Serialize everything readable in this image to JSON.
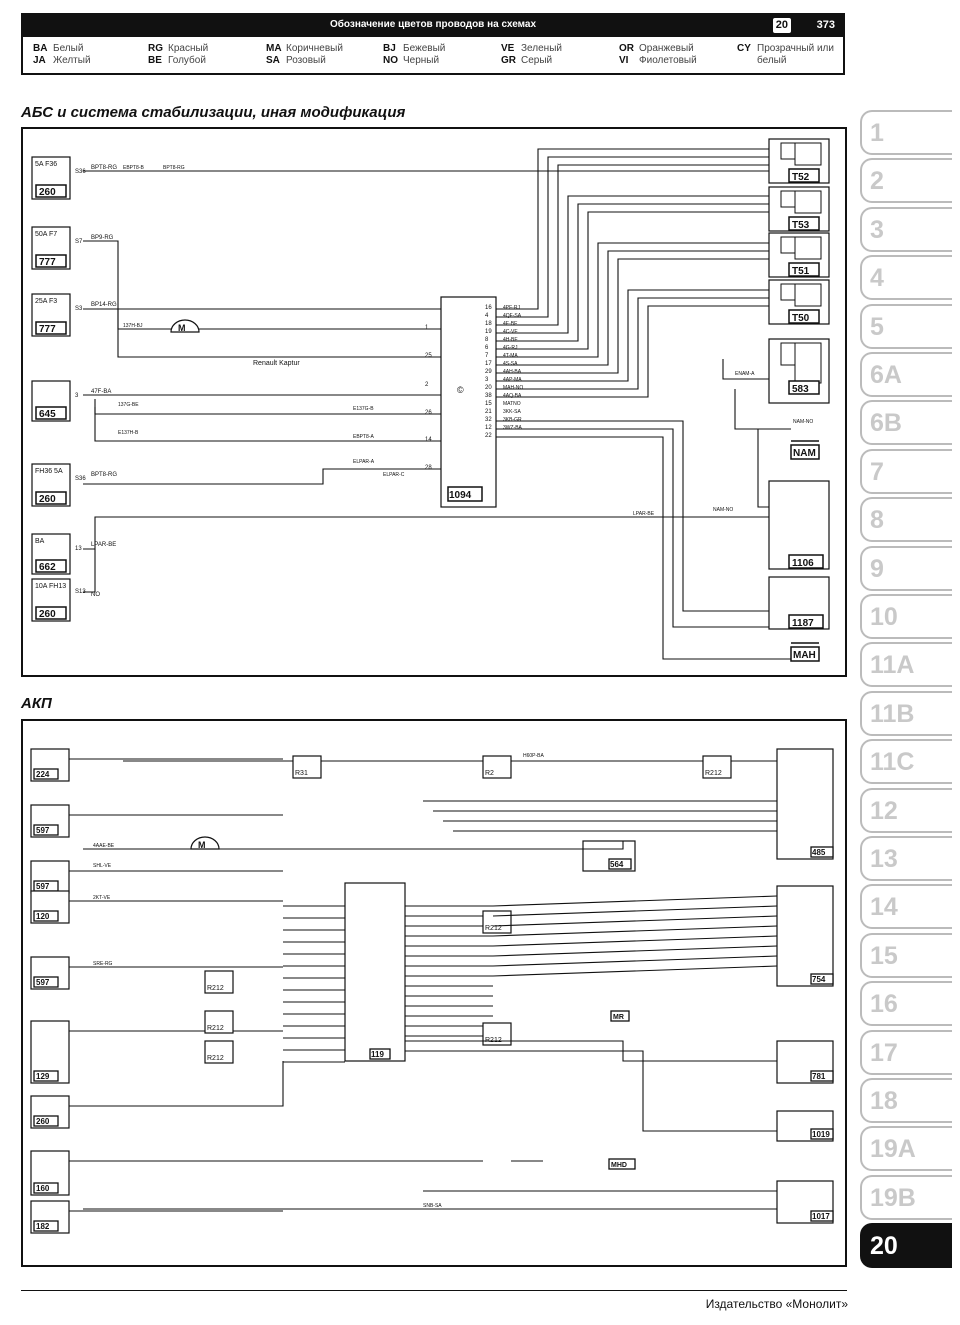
{
  "legend": {
    "title": "Обозначение цветов проводов на схемах",
    "chapter": "20",
    "page": "373",
    "entries": [
      {
        "code": "BA",
        "name": "Белый"
      },
      {
        "code": "JA",
        "name": "Желтый"
      },
      {
        "code": "RG",
        "name": "Красный"
      },
      {
        "code": "BE",
        "name": "Голубой"
      },
      {
        "code": "MA",
        "name": "Коричневый"
      },
      {
        "code": "SA",
        "name": "Розовый"
      },
      {
        "code": "BJ",
        "name": "Бежевый"
      },
      {
        "code": "NO",
        "name": "Черный"
      },
      {
        "code": "VE",
        "name": "Зеленый"
      },
      {
        "code": "GR",
        "name": "Серый"
      },
      {
        "code": "OR",
        "name": "Оранжевый"
      },
      {
        "code": "VI",
        "name": "Фиолетовый"
      },
      {
        "code": "CY",
        "name": "Прозрачный или белый"
      }
    ]
  },
  "sections": {
    "abs_title": "АБС и система стабилизации, иная модификация",
    "akp_title": "АКП"
  },
  "abs": {
    "left_blocks": [
      {
        "fuse": "5A  F36",
        "pin": "S36",
        "num": "260",
        "wire": "BPT8-RG"
      },
      {
        "fuse": "50A  F7",
        "pin": "S7",
        "num": "777",
        "wire": "BP9-RG"
      },
      {
        "fuse": "25A  F3",
        "pin": "S3",
        "num": "777",
        "wire": "BP14-RG"
      },
      {
        "fuse": "",
        "pin": "3",
        "num": "645",
        "wire": "47F-BA"
      },
      {
        "fuse": "FH36 5A",
        "pin": "S36",
        "num": "260",
        "wire": "BPT8-RG"
      },
      {
        "fuse": "BA",
        "pin": "13",
        "num": "662",
        "wire": "LPAR-BE"
      },
      {
        "fuse": "10A FH13",
        "pin": "S13",
        "num": "260",
        "wire": "NO"
      }
    ],
    "center_block": "1094",
    "center_label": "Renault Kaptur",
    "right_blocks": [
      "T52",
      "T53",
      "T51",
      "T50",
      "583",
      "NAM",
      "1106",
      "1187",
      "MAH"
    ],
    "center_pins_left": [
      "1",
      "25",
      "2",
      "26",
      "14",
      "28"
    ],
    "center_pins_right": [
      "16",
      "4",
      "18",
      "19",
      "8",
      "6",
      "7",
      "17",
      "29",
      "3",
      "20",
      "38",
      "15",
      "21",
      "32",
      "12",
      "22"
    ],
    "right_wires": [
      "4PF-RJ",
      "4QF-SA",
      "4E-BE",
      "4C-VE",
      "4H-BE",
      "4G-RJ",
      "4T-MA",
      "4S-SA",
      "4AH-BA",
      "4AP-MA",
      "MAH-NO",
      "4AQ-BA",
      "MATNO",
      "3KK-SA",
      "3KB-GR",
      "3WZ-BA"
    ],
    "misc_labels": [
      "EBPT8-B",
      "BPT8-RG",
      "137H-BJ",
      "137G-BE",
      "E137H-B",
      "E137G-B",
      "EBPT8-A",
      "ELPAR-A",
      "ELPAR-C",
      "LPAR-BE",
      "NAM-NO",
      "ENAM-A",
      "NAM-NO"
    ]
  },
  "akp": {
    "left_blocks": [
      "224",
      "597",
      "597",
      "120",
      "597",
      "129",
      "260",
      "160",
      "182"
    ],
    "center_block": "119",
    "relays": [
      "R31",
      "R2",
      "R212",
      "R212",
      "R212",
      "R212",
      "R212",
      "R212"
    ],
    "right_blocks": [
      "485",
      "564",
      "754",
      "781",
      "1019",
      "1017"
    ],
    "ground_labels": [
      "MR",
      "MHD"
    ],
    "misc_labels": [
      "4AAE-BE",
      "SHL-VE",
      "2KT-VE",
      "SRE-RG",
      "H60P-BA",
      "SNB-SA"
    ]
  },
  "tabs": [
    "1",
    "2",
    "3",
    "4",
    "5",
    "6A",
    "6B",
    "7",
    "8",
    "9",
    "10",
    "11A",
    "11B",
    "11C",
    "12",
    "13",
    "14",
    "15",
    "16",
    "17",
    "18",
    "19A",
    "19B",
    "20"
  ],
  "active_tab": "20",
  "footer": {
    "publisher": "Издательство «Монолит»"
  }
}
